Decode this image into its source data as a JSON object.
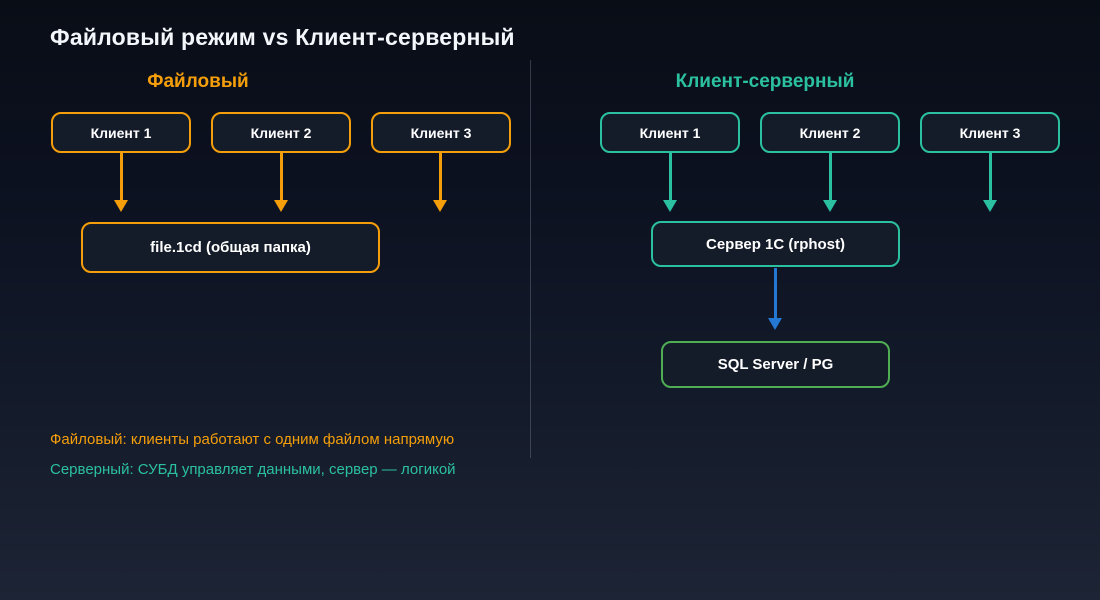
{
  "title": "Файловый режим vs Клиент-серверный",
  "left_section": {
    "heading": "Файловый",
    "accent_color": "#f59e0b",
    "clients": [
      "Клиент 1",
      "Клиент 2",
      "Клиент 3"
    ],
    "storage": "file.1cd (общая папка)",
    "caption": "Файловый: клиенты работают с одним файлом напрямую"
  },
  "right_section": {
    "heading": "Клиент-серверный",
    "accent_color": "#2bc0a0",
    "clients": [
      "Клиент 1",
      "Клиент 2",
      "Клиент 3"
    ],
    "server": "Сервер 1С (rphost)",
    "database": "SQL Server / PG",
    "database_border_color": "#4fae54",
    "database_arrow_color": "#2577d4",
    "caption": "Серверный: СУБД управляет данными, сервер — логикой"
  }
}
